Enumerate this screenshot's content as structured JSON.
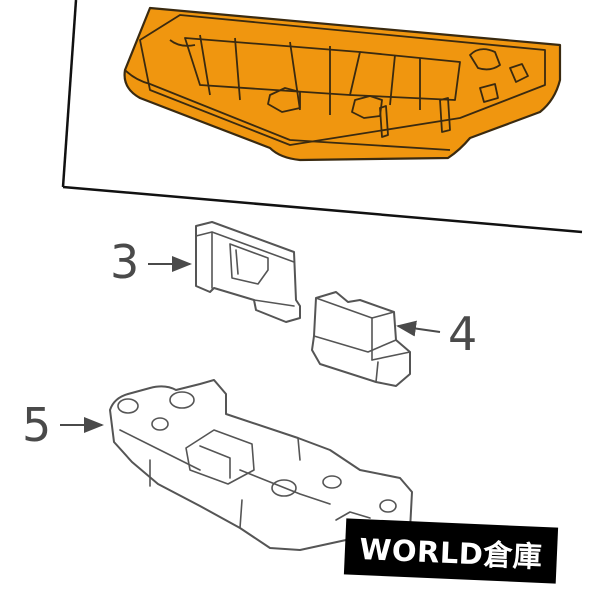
{
  "callouts": {
    "part3": "3",
    "part4": "4",
    "part5": "5"
  },
  "watermark": "WORLD倉庫",
  "colors": {
    "highlight": "#f0960f",
    "line": "#555555",
    "watermark_bg": "#000000",
    "watermark_text": "#ffffff"
  }
}
